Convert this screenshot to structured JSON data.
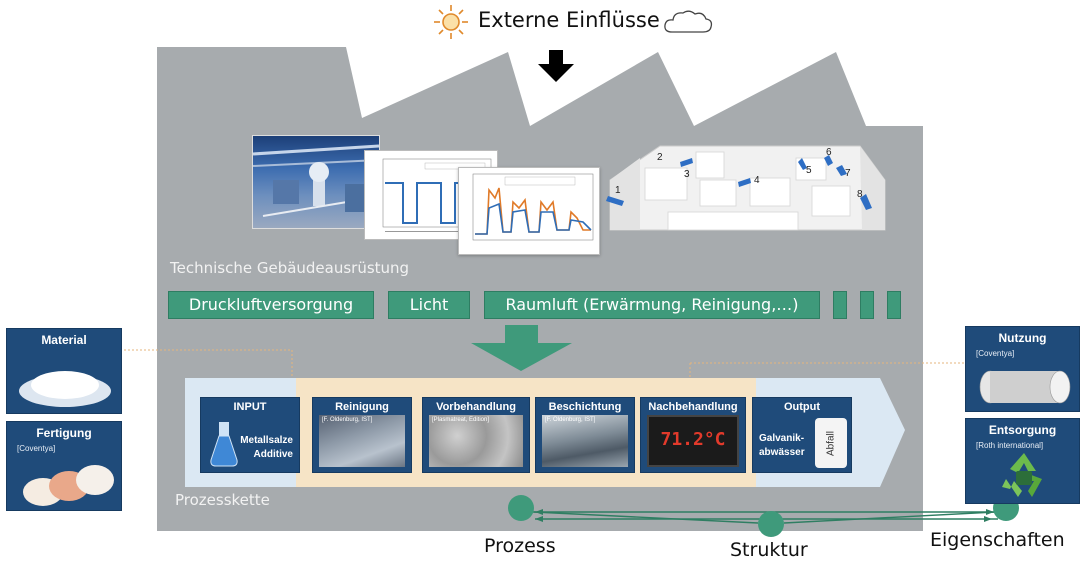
{
  "external": {
    "title": "Externe Einflüsse",
    "sun_icon": "sun-icon",
    "cloud_icon": "cloud-icon"
  },
  "tga": {
    "label": "Technische Gebäudeausrüstung",
    "bars": [
      "Druckluftversorgung",
      "Licht",
      "Raumluft (Erwärmung, Reinigung,…)"
    ],
    "extra_bar_count": 3
  },
  "room_sensors": [
    "1",
    "2",
    "3",
    "4",
    "5",
    "6",
    "7",
    "8"
  ],
  "process": {
    "label": "Prozesskette",
    "steps": [
      {
        "title": "INPUT",
        "text": [
          "Metallsalze",
          "Additive"
        ],
        "icon": "flask-icon"
      },
      {
        "title": "Reinigung",
        "caption": "[F. Oldenburg, IST]"
      },
      {
        "title": "Vorbehandlung",
        "caption": "[Plasmatreat, Edition]"
      },
      {
        "title": "Beschichtung",
        "caption": "[F. Oldenburg, IST]"
      },
      {
        "title": "Nachbehandlung",
        "display": "71.2°C"
      },
      {
        "title": "Output",
        "text": [
          "Galvanik-",
          "abwässer"
        ],
        "canister_label": "Abfall"
      }
    ]
  },
  "left_cards": [
    {
      "title": "Material",
      "caption": ""
    },
    {
      "title": "Fertigung",
      "caption": "[Coventya]"
    }
  ],
  "right_cards": [
    {
      "title": "Nutzung",
      "caption": "[Coventya]"
    },
    {
      "title": "Entsorgung",
      "caption": "[Roth international]"
    }
  ],
  "nodes": [
    "Prozess",
    "Struktur",
    "Eigenschaften"
  ],
  "colors": {
    "factory_grey": "#a7abae",
    "bar_green": "#3f9a7b",
    "node_green": "#3f9a7b",
    "card_blue": "#1f4b7a",
    "chain_cream": "#f6e4c6",
    "chain_lightblue": "#dbe8f3"
  }
}
